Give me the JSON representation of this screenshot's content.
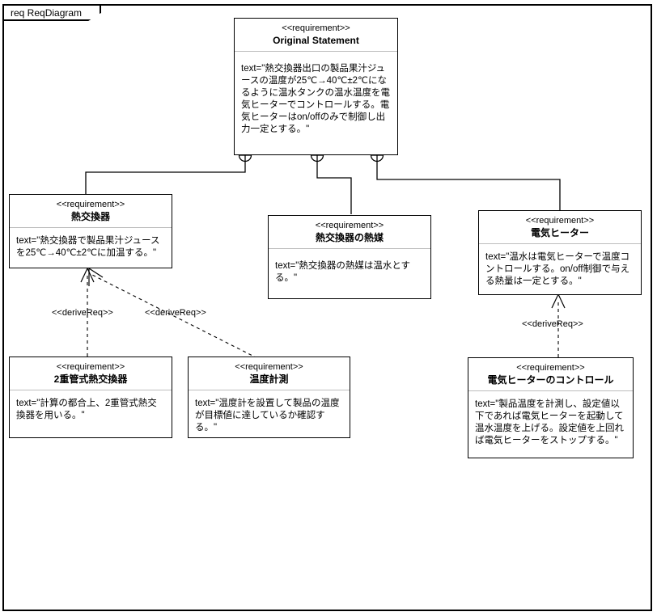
{
  "frame": {
    "tab_label": "req ReqDiagram",
    "border_color": "#000000",
    "background": "#ffffff"
  },
  "stereotype": "<<requirement>>",
  "relation_label": "<<deriveReq>>",
  "requirements": {
    "original_statement": {
      "stereotype": "<<requirement>>",
      "title": "Original Statement",
      "text": "text=\"熱交換器出口の製品果汁ジュースの温度が25℃→40℃±2℃になるように温水タンクの温水温度を電気ヒーターでコントロールする。電気ヒーターはon/offのみで制御し出力一定とする。\""
    },
    "heat_exchanger": {
      "stereotype": "<<requirement>>",
      "title": "熱交換器",
      "text": "text=\"熱交換器で製品果汁ジュースを25℃→40℃±2℃に加温する。\""
    },
    "heat_medium": {
      "stereotype": "<<requirement>>",
      "title": "熱交換器の熱媒",
      "text": "text=\"熱交換器の熱媒は温水とする。\""
    },
    "electric_heater": {
      "stereotype": "<<requirement>>",
      "title": "電気ヒーター",
      "text": "text=\"温水は電気ヒーターで温度コントロールする。on/off制御で与える熱量は一定とする。\""
    },
    "double_pipe": {
      "stereotype": "<<requirement>>",
      "title": "2重管式熱交換器",
      "text": "text=\"計算の都合上、2重管式熱交換器を用いる。\""
    },
    "temperature_measurement": {
      "stereotype": "<<requirement>>",
      "title": "温度計測",
      "text": "text=\"温度計を設置して製品の温度が目標値に達しているか確認する。\""
    },
    "heater_control": {
      "stereotype": "<<requirement>>",
      "title": "電気ヒーターのコントロール",
      "text": "text=\"製品温度を計測し、設定値以下であれば電気ヒーターを起動して温水温度を上げる。設定値を上回れば電気ヒーターをストップする。\""
    }
  },
  "relations": {
    "derive_double_pipe": "<<deriveReq>>",
    "derive_temperature": "<<deriveReq>>",
    "derive_heater_control": "<<deriveReq>>"
  }
}
